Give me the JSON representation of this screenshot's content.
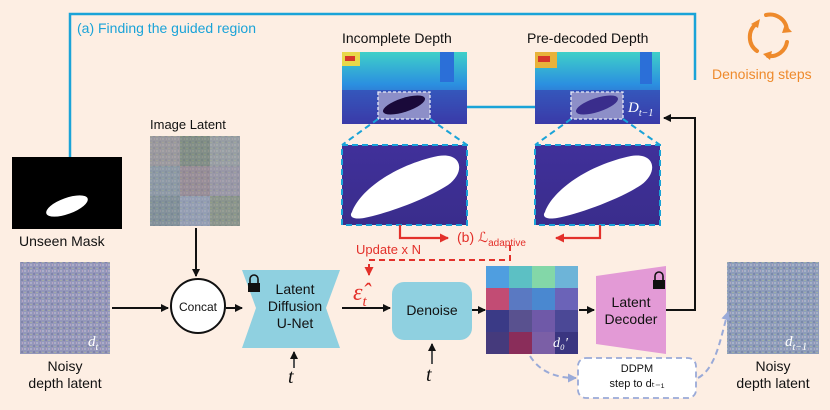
{
  "labels": {
    "guided_region": "(a) Finding the guided region",
    "incomplete_depth": "Incomplete Depth",
    "predecoded_depth": "Pre-decoded Depth",
    "denoising_steps": "Denoising steps",
    "image_latent": "Image Latent",
    "unseen_mask": "Unseen Mask",
    "noisy_latent_left": [
      "Noisy",
      "depth latent"
    ],
    "noisy_latent_right": [
      "Noisy",
      "depth latent"
    ],
    "concat": "Concat",
    "unet": [
      "Latent",
      "Diffusion",
      "U-Net"
    ],
    "denoise": "Denoise",
    "decoder": [
      "Latent",
      "Decoder"
    ],
    "ddpm": [
      "DDPM",
      "step to dₜ₋₁"
    ],
    "update": "Update x N",
    "adaptive_loss": "(b) ℒ",
    "adaptive_sub": "adaptive",
    "epsilon": "ε̂",
    "epsilon_sub": "t",
    "t_unet": "t",
    "t_denoise": "t",
    "d_t": "d",
    "d_t_sub": "t",
    "d0": "d₀′",
    "d_prev": "d",
    "d_prev_sub": "t−1",
    "D_prev": "D",
    "D_prev_sub": "t−1"
  },
  "colors": {
    "accent_blue": "#1aa3d8",
    "accent_red": "#e3302a",
    "accent_orange": "#ee8a2c",
    "unet_fill": "#8fd0e0",
    "denoise_fill": "#8fd0e0",
    "decoder_fill": "#e39ad6",
    "ddpm_border": "#9aaad8"
  }
}
